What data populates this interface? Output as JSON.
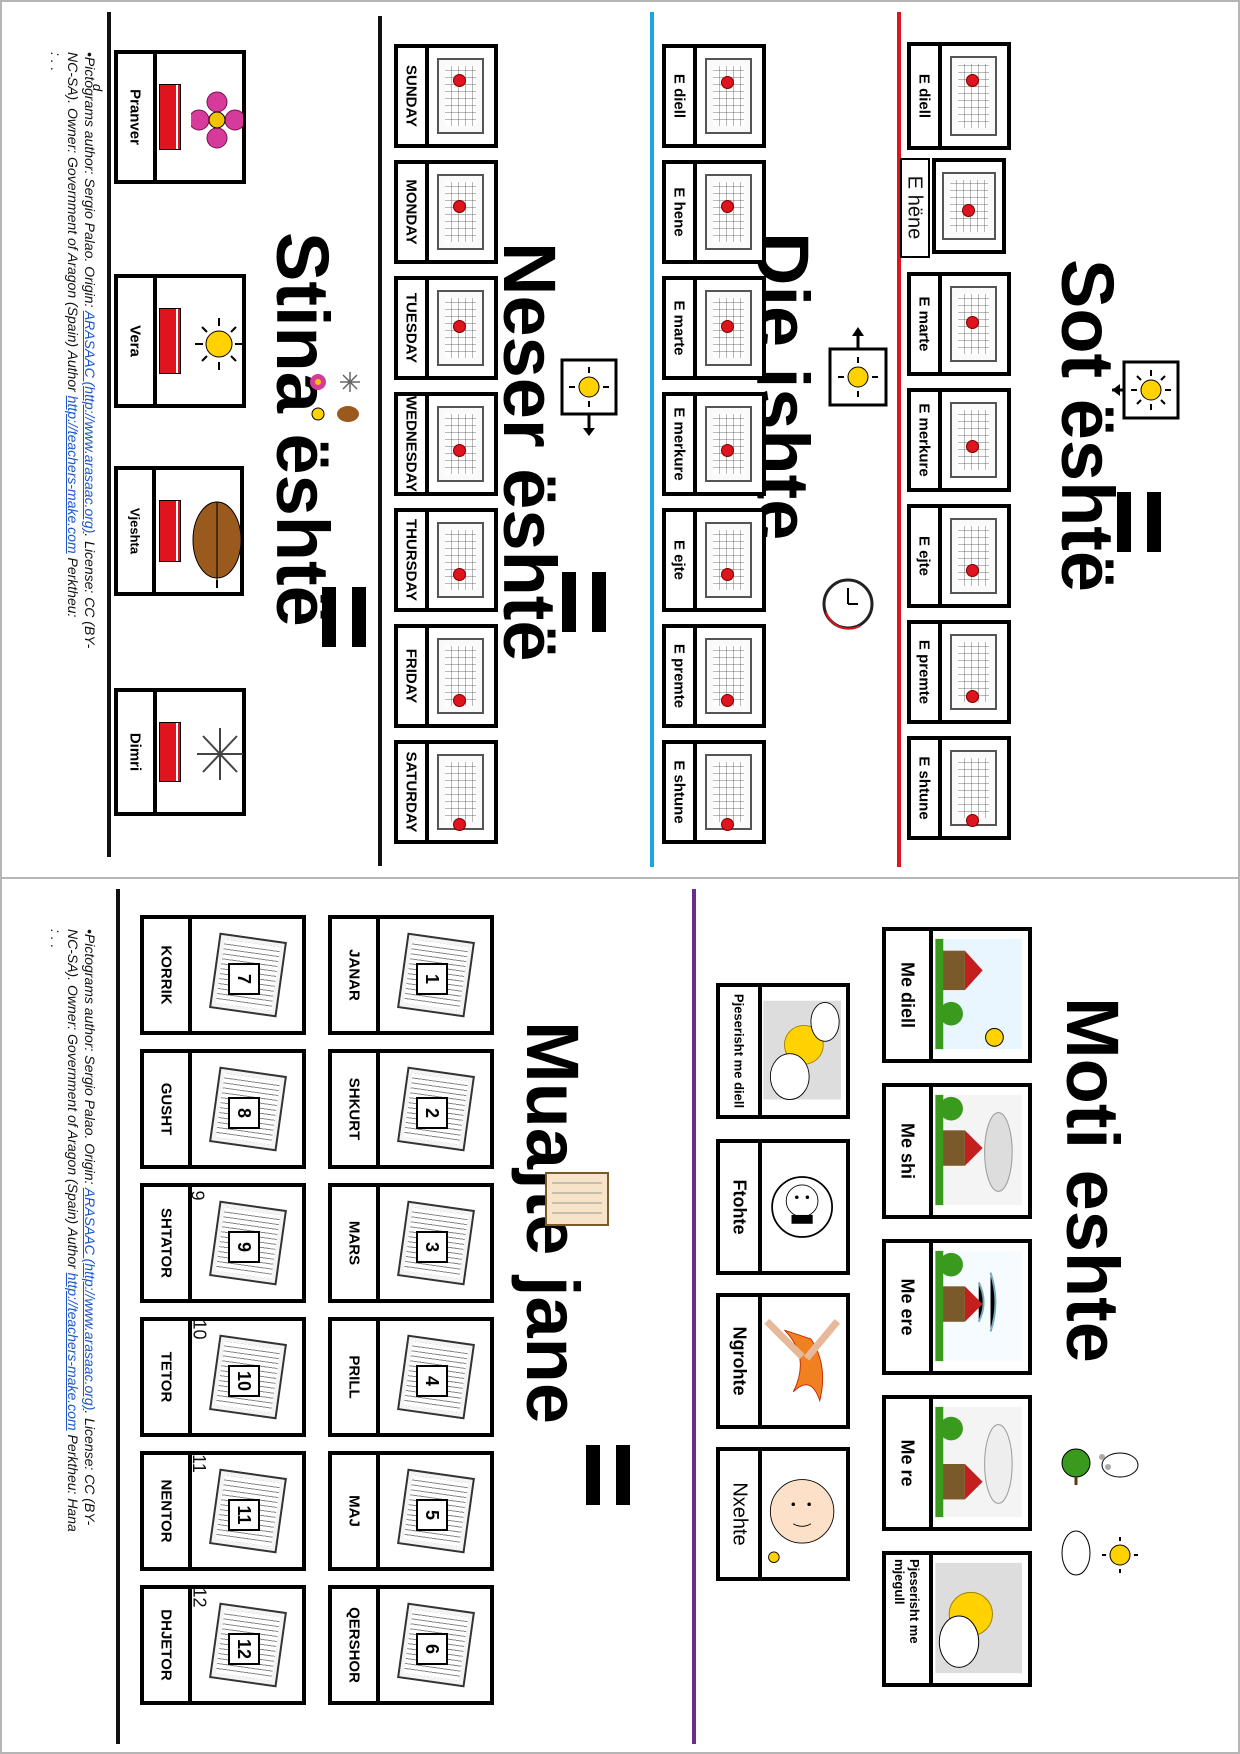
{
  "top": {
    "today": {
      "title": "Sot është",
      "hene_label": "E hëne",
      "days": [
        "E diell",
        "E marte",
        "E merkure",
        "E ejte",
        "E premte",
        "E shtune"
      ]
    },
    "yesterday": {
      "title": "Dje ishte",
      "days": [
        "E diell",
        "E hene",
        "E marte",
        "E merkure",
        "E ejte",
        "E premte",
        "E shtune"
      ]
    },
    "tomorrow": {
      "title": "Neser është",
      "days": [
        "SUNDAY",
        "MONDAY",
        "TUESDAY",
        "WEDNESDAY",
        "THURSDAY",
        "FRIDAY",
        "SATURDAY"
      ]
    },
    "season": {
      "title": "Stina është",
      "items": [
        "Pranver",
        "Vera",
        "Vjeshta",
        "Dimri"
      ],
      "bars": [
        3,
        3,
        3,
        3
      ]
    },
    "credit_line1": "•Pictograms author: Sergio Palao. Origin: ",
    "credit_link1": "ARASAAC (http://www.arasaac.org)",
    "credit_line1b": ". License: CC (BY-",
    "credit_line2": "NC-SA). Owner: Government of Aragon (Spain) Author ",
    "credit_link2": "http://teachers-make.com",
    "credit_line2b": "  Perktheu:",
    "credit_dots": ": . .",
    "credit_d": "d"
  },
  "bottom": {
    "weather": {
      "title": "Moti eshte",
      "row1": [
        "Me diell",
        "Me shi",
        "Me ere",
        "Me re",
        "Pjeserisht me mjegull"
      ],
      "row2": [
        "Pjeserisht me diell",
        "Ftohte",
        "Ngrohte",
        "Nxehte"
      ]
    },
    "months": {
      "title": "Muajte jane",
      "row1": [
        "JANAR",
        "SHKURT",
        "MARS",
        "PRILL",
        "MAJ",
        "QERSHOR"
      ],
      "row2": [
        "KORRIK",
        "GUSHT",
        "SHTATOR",
        "TETOR",
        "NENTOR",
        "DHJETOR"
      ],
      "nums1": [
        "1",
        "2",
        "3",
        "4",
        "5",
        "6"
      ],
      "nums2": [
        "7",
        "8",
        "9",
        "10",
        "11",
        "12"
      ],
      "side_nums": [
        "9",
        "10",
        "11",
        "12"
      ]
    },
    "credit_line1": "•Pictograms author: Sergio Palao. Origin: ",
    "credit_link1": "ARASAAC (http://www.arasaac.org)",
    "credit_line1b": ". License: CC (BY-",
    "credit_line2": "NC-SA). Owner: Government of Aragon (Spain) Author ",
    "credit_link2": "http://teachers-make.com",
    "credit_line2b": " Perktheu: Hana",
    "credit_dots": ": . ."
  },
  "colors": {
    "red_line": "#e0141e",
    "blue_line": "#1aa6e0",
    "purple_line": "#6a2e8e",
    "black_line": "#111111"
  }
}
